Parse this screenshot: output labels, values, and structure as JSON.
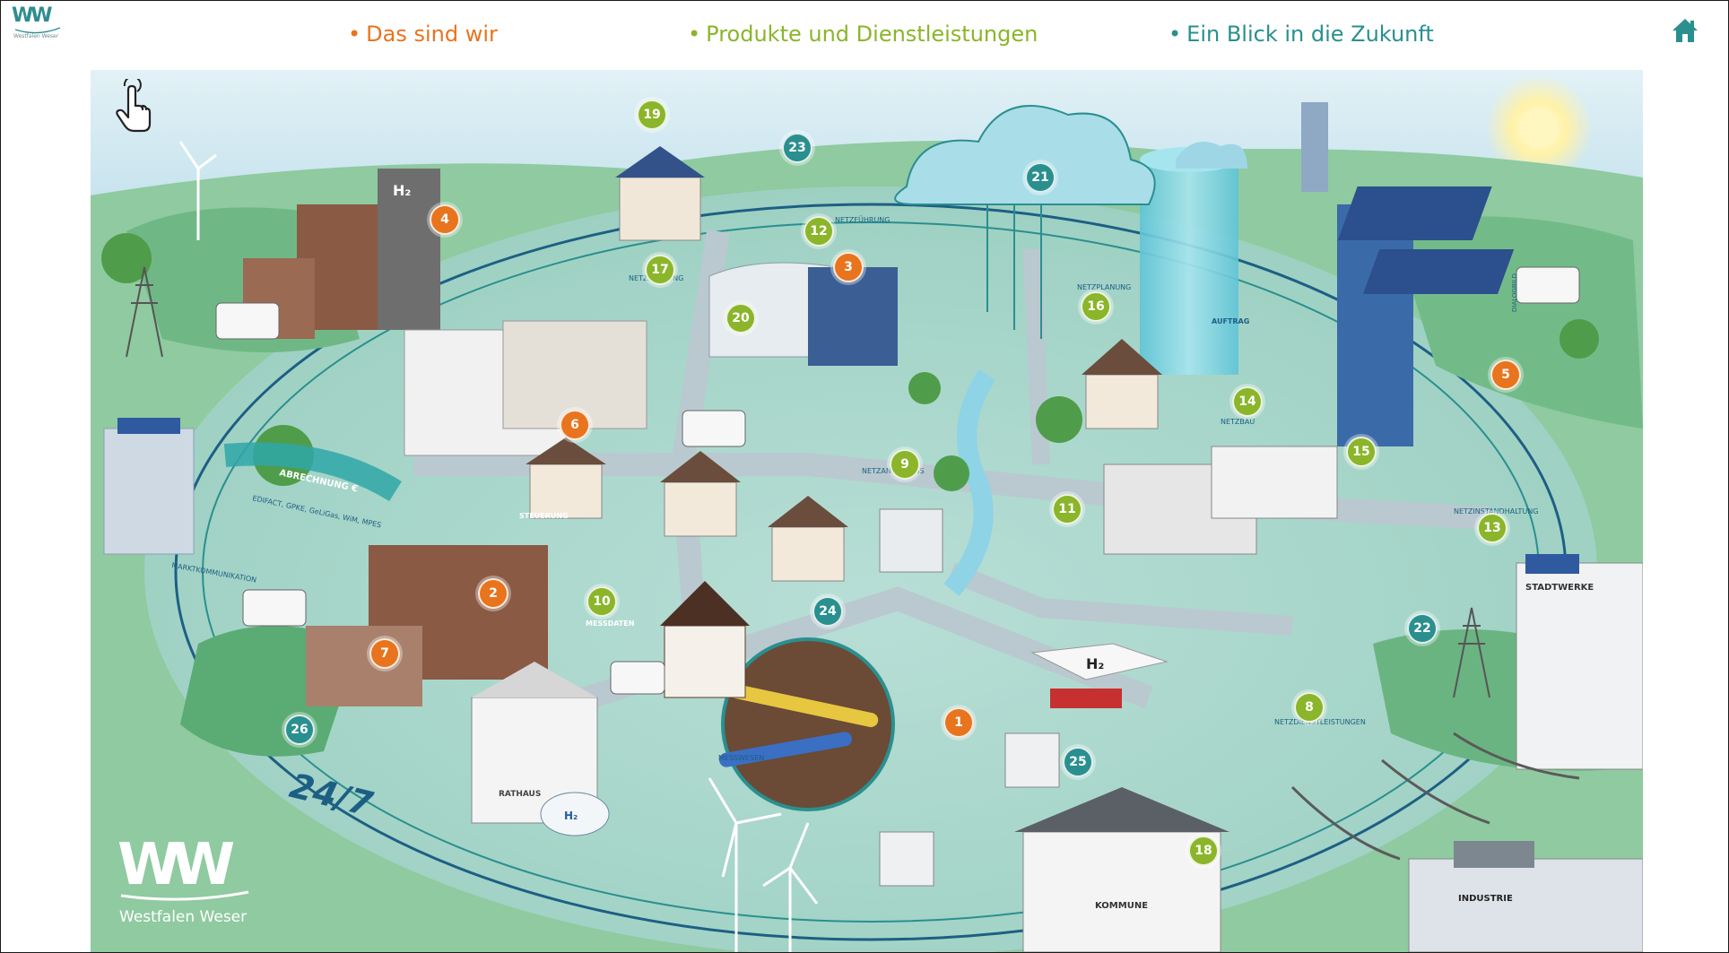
{
  "header": {
    "logo_text": "WW",
    "logo_subtext": "Westfalen Weser",
    "nav": [
      {
        "label": "Das sind wir",
        "color": "#e8741e"
      },
      {
        "label": "Produkte und Dienstleistungen",
        "color": "#8bb52a"
      },
      {
        "label": "Ein Blick in die Zukunft",
        "color": "#2a8f8f"
      }
    ],
    "home_icon": "home-icon"
  },
  "map": {
    "touch_icon": "hand-pointer-icon",
    "markers": [
      {
        "num": "1",
        "kind": "orange"
      },
      {
        "num": "2",
        "kind": "orange"
      },
      {
        "num": "3",
        "kind": "orange"
      },
      {
        "num": "4",
        "kind": "orange"
      },
      {
        "num": "5",
        "kind": "orange"
      },
      {
        "num": "6",
        "kind": "orange"
      },
      {
        "num": "7",
        "kind": "orange"
      },
      {
        "num": "8",
        "kind": "green"
      },
      {
        "num": "9",
        "kind": "green"
      },
      {
        "num": "10",
        "kind": "green"
      },
      {
        "num": "11",
        "kind": "green"
      },
      {
        "num": "12",
        "kind": "green"
      },
      {
        "num": "13",
        "kind": "green"
      },
      {
        "num": "14",
        "kind": "green"
      },
      {
        "num": "15",
        "kind": "green"
      },
      {
        "num": "16",
        "kind": "green"
      },
      {
        "num": "17",
        "kind": "green"
      },
      {
        "num": "18",
        "kind": "green"
      },
      {
        "num": "19",
        "kind": "green"
      },
      {
        "num": "20",
        "kind": "green"
      },
      {
        "num": "21",
        "kind": "teal"
      },
      {
        "num": "22",
        "kind": "teal"
      },
      {
        "num": "23",
        "kind": "teal"
      },
      {
        "num": "24",
        "kind": "teal"
      },
      {
        "num": "25",
        "kind": "teal"
      },
      {
        "num": "26",
        "kind": "teal"
      }
    ],
    "labels": {
      "abrechnung": "ABRECHNUNG €",
      "edifact": "EDIFACT, GPKE, GeLiGas, WiM, MPES",
      "marktkommunikation": "MARKTKOMMUNIKATION",
      "messwesen": "MESSWESEN",
      "netzanschluss": "NETZANSCHLUSS",
      "netzinstandhaltung": "NETZINSTANDHALTUNG",
      "netzdienstleistungen": "NETZDIENSTLEISTUNGEN",
      "netzstoerung": "NETZSTÖRUNG",
      "netzfuehrung": "NETZFÜHRUNG",
      "netzplanung": "NETZPLANUNG",
      "netzbau": "NETZBAU",
      "auftrag": "AUFTRAG",
      "rathaus": "RATHAUS",
      "kommune": "KOMMUNE",
      "industrie": "INDUSTRIE",
      "stadtwerke": "STADTWERKE",
      "steuerung": "STEUERUNG",
      "messdaten": "MESSDATEN",
      "h2": "H₂",
      "always": "24/7",
      "dialogbild": "DIALOGBILD"
    },
    "logo_text": "WW",
    "logo_subtext": "Westfalen Weser"
  },
  "colors": {
    "accent_orange": "#e8741e",
    "accent_green": "#8bb52a",
    "accent_teal": "#2a8f8f"
  }
}
